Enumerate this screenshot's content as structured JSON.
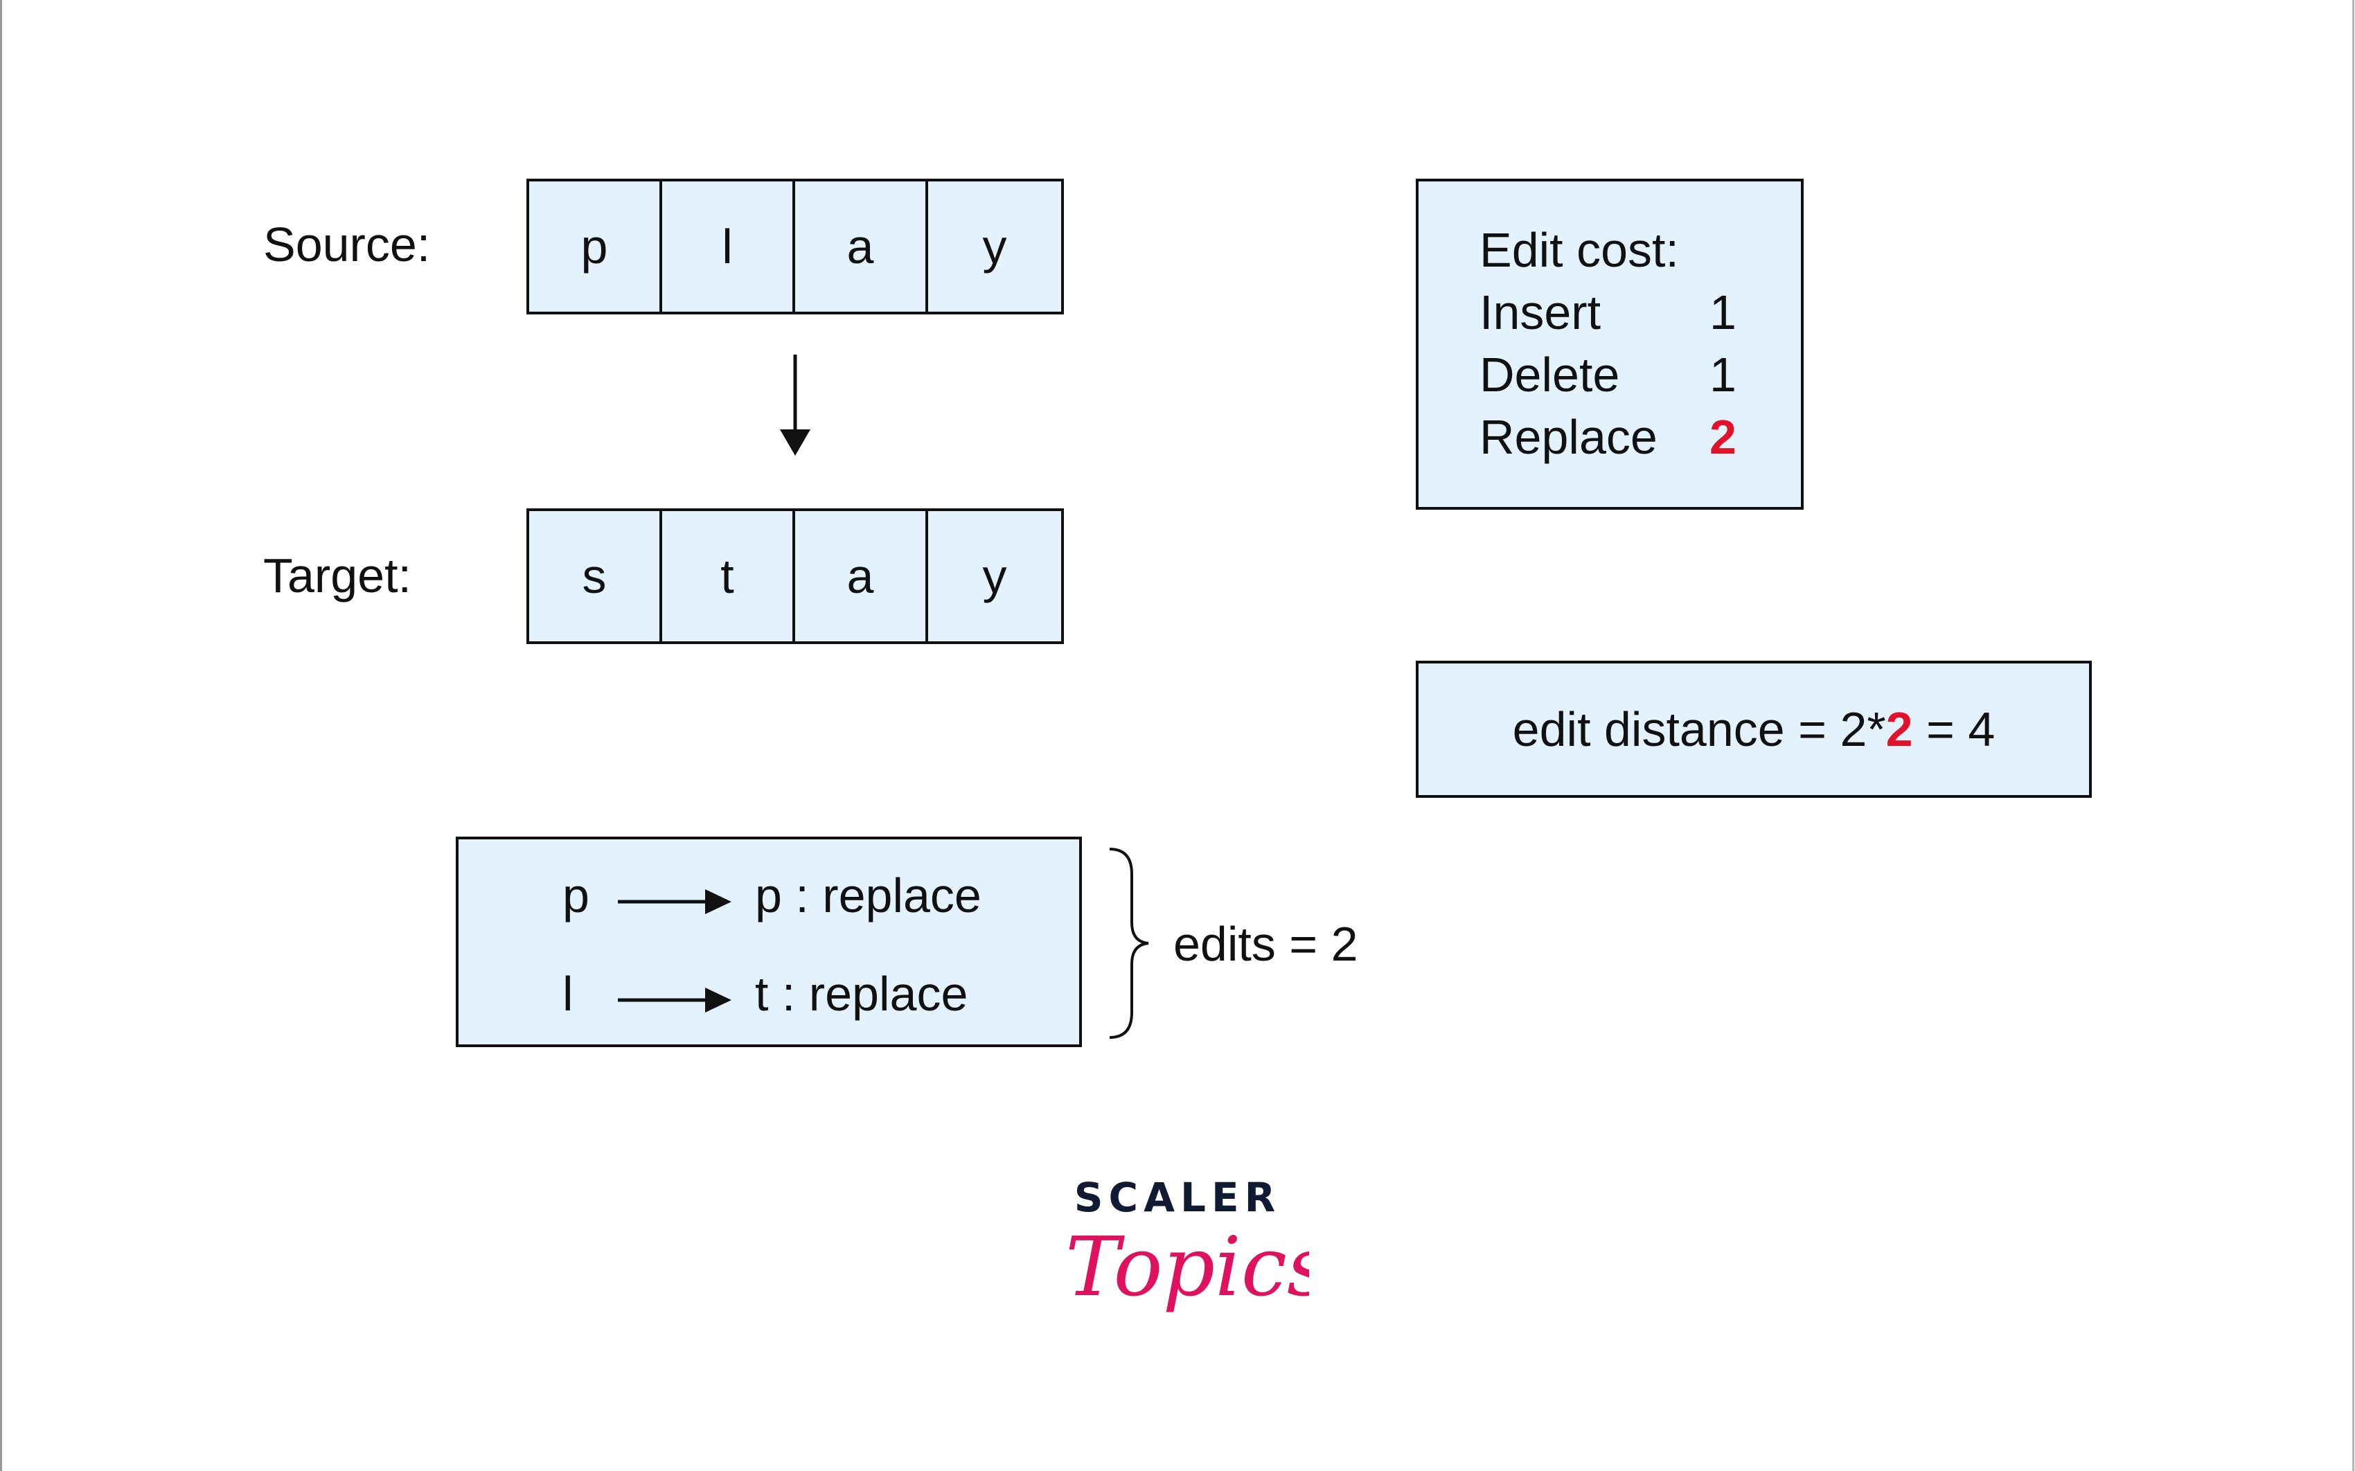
{
  "source": {
    "label": "Source:",
    "chars": [
      "p",
      "l",
      "a",
      "y"
    ]
  },
  "target": {
    "label": "Target:",
    "chars": [
      "s",
      "t",
      "a",
      "y"
    ]
  },
  "edit_cost": {
    "title": "Edit cost:",
    "rows": [
      {
        "op": "Insert",
        "cost": "1"
      },
      {
        "op": "Delete",
        "cost": "1"
      },
      {
        "op": "Replace",
        "cost": "2"
      }
    ],
    "highlight_color": "#e3122b"
  },
  "distance": {
    "prefix": "edit distance = 2*",
    "highlight": "2",
    "suffix": " = 4"
  },
  "mappings": [
    {
      "from": "p",
      "to": "p : replace"
    },
    {
      "from": "l",
      "to": "t : replace"
    }
  ],
  "edits_label": "edits = 2",
  "logo": {
    "line1": "SCALER",
    "line2": "Topics",
    "line2_color": "#e0125f"
  },
  "colors": {
    "box_fill": "#e3f2fc",
    "stroke": "#111111"
  }
}
